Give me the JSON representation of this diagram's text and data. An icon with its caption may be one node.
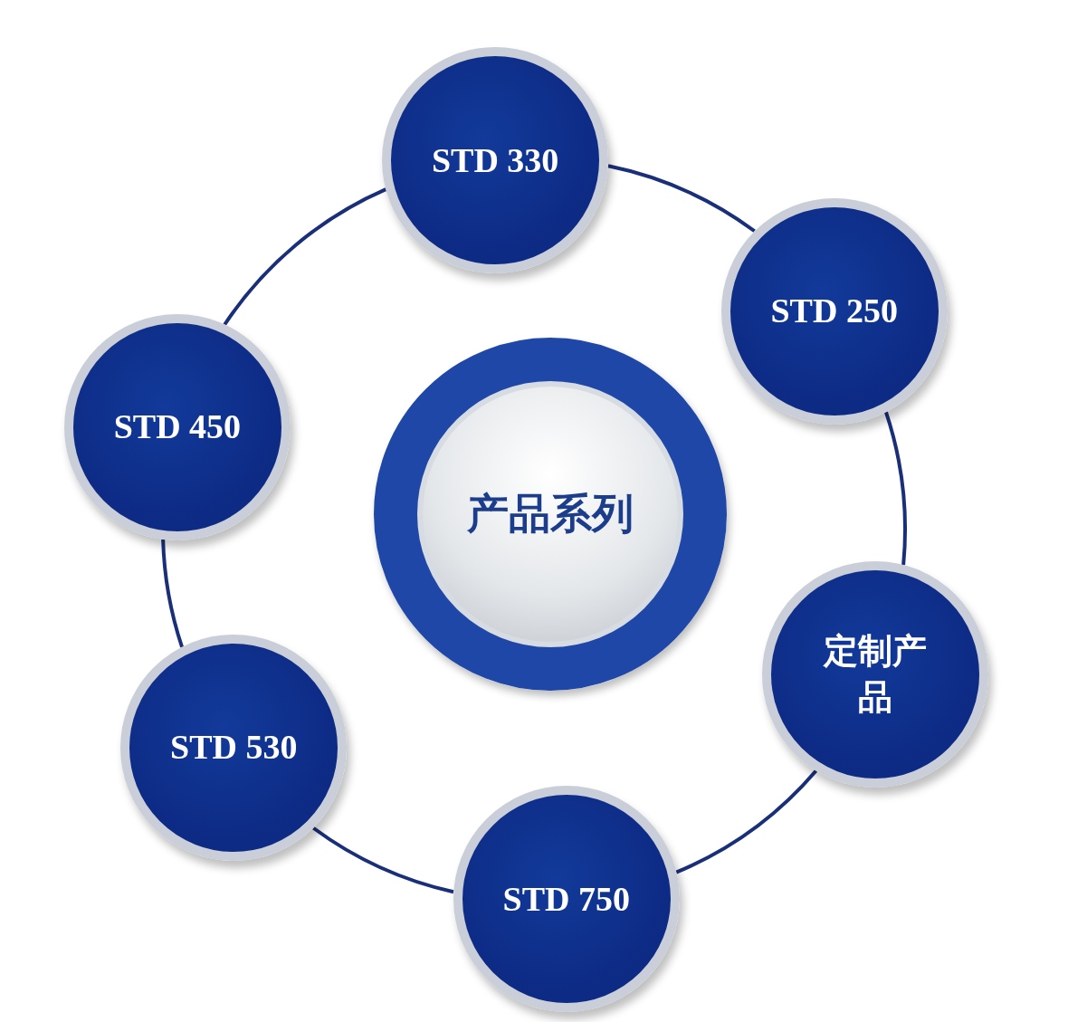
{
  "diagram": {
    "nodes": [
      {
        "text": [
          "产品系列"
        ]
      },
      {
        "text": [
          "STD 330"
        ]
      },
      {
        "text": [
          "STD 250"
        ]
      },
      {
        "text": [
          "定制产品"
        ]
      },
      {
        "text": [
          "STD 750"
        ]
      },
      {
        "text": [
          "STD 530"
        ]
      },
      {
        "text": [
          "STD 450"
        ]
      }
    ],
    "edges": [
      {
        "from": 1,
        "to": 2,
        "arrow": "none"
      },
      {
        "from": 2,
        "to": 3,
        "arrow": "none"
      },
      {
        "from": 3,
        "to": 4,
        "arrow": "none"
      },
      {
        "from": 4,
        "to": 5,
        "arrow": "none"
      },
      {
        "from": 5,
        "to": 6,
        "arrow": "none"
      },
      {
        "from": 6,
        "to": 1,
        "arrow": "none"
      }
    ]
  }
}
